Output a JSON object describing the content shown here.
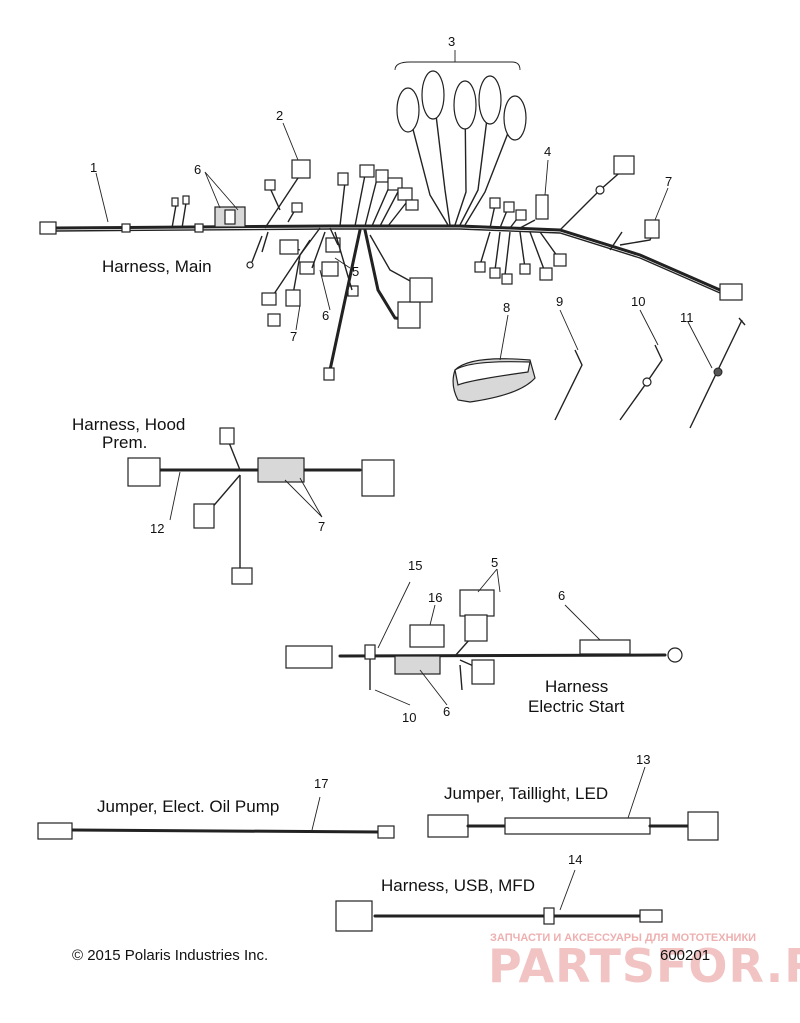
{
  "labels": {
    "harness_main": "Harness, Main",
    "harness_hood_line1": "Harness, Hood",
    "harness_hood_line2": "Prem.",
    "harness_electric_start_line1": "Harness",
    "harness_electric_start_line2": "Electric Start",
    "jumper_oil_pump": "Jumper, Elect. Oil Pump",
    "jumper_taillight": "Jumper, Taillight, LED",
    "harness_usb": "Harness, USB, MFD"
  },
  "callouts": {
    "n1": "1",
    "n2": "2",
    "n3": "3",
    "n4": "4",
    "n5a": "5",
    "n5b": "5",
    "n6a": "6",
    "n6b": "6",
    "n6c": "6",
    "n6d": "6",
    "n7a": "7",
    "n7b": "7",
    "n7c": "7",
    "n8": "8",
    "n9": "9",
    "n10a": "10",
    "n10b": "10",
    "n11": "11",
    "n12": "12",
    "n13": "13",
    "n14": "14",
    "n15": "15",
    "n16": "16",
    "n17": "17"
  },
  "footer": {
    "copyright": "© 2015 Polaris Industries Inc.",
    "part_number": "600201",
    "watermark_top": "ЗАПЧАСТИ И АКСЕССУАРЫ ДЛЯ МОТОТЕХНИКИ",
    "watermark_logo": "PARTSFOR.RU"
  }
}
